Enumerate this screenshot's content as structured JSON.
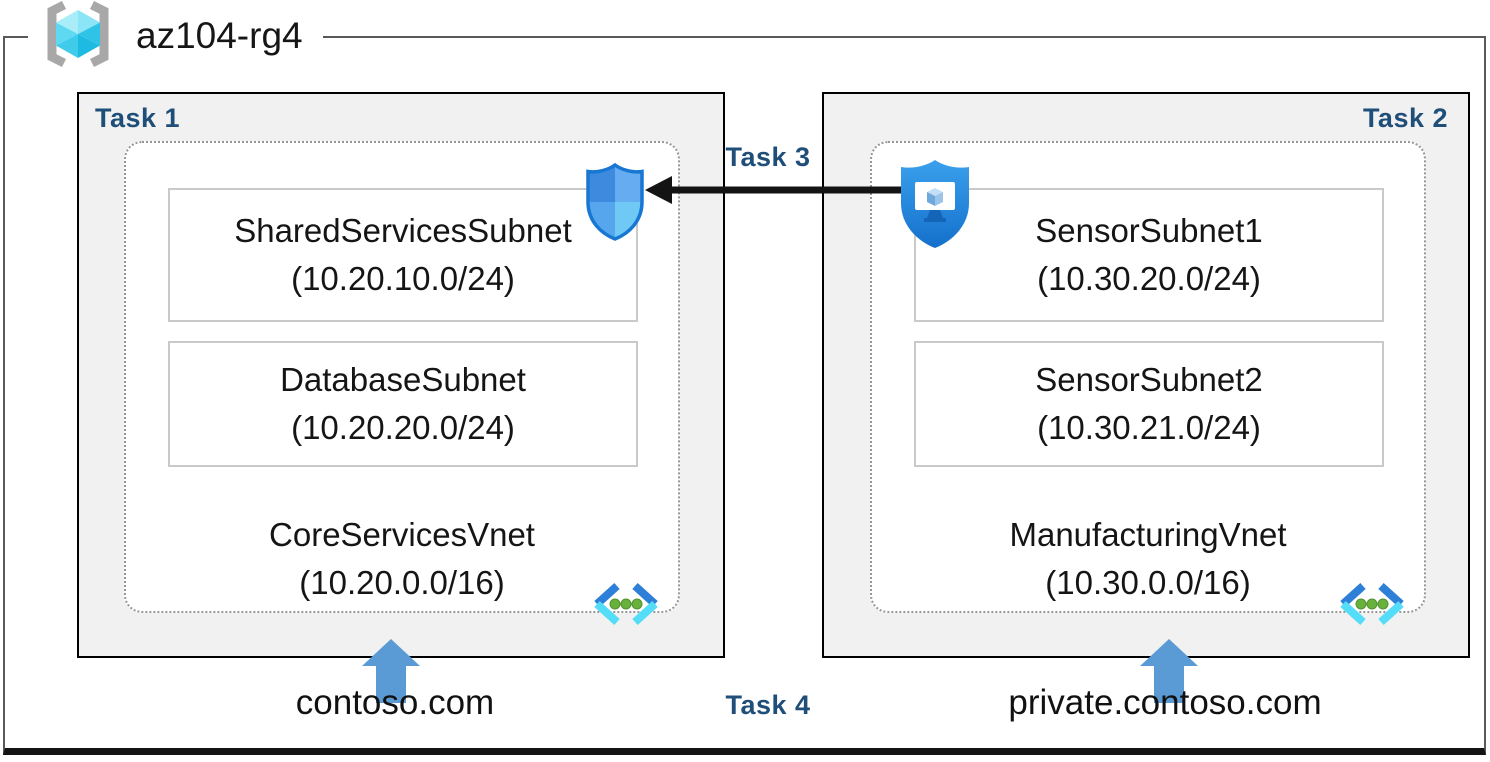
{
  "resource_group": {
    "name": "az104-rg4",
    "icon": "resource-group-icon"
  },
  "vnets": [
    {
      "task_label": "Task 1",
      "name": "CoreServicesVnet",
      "cidr": "(10.20.0.0/16)",
      "dns_domain": "contoso.com",
      "subnets": [
        {
          "name": "SharedServicesSubnet",
          "cidr": "(10.20.10.0/24)"
        },
        {
          "name": "DatabaseSubnet",
          "cidr": "(10.20.20.0/24)"
        }
      ],
      "icons": [
        "network-security-group-icon",
        "virtual-network-icon"
      ]
    },
    {
      "task_label": "Task 2",
      "name": "ManufacturingVnet",
      "cidr": "(10.30.0.0/16)",
      "dns_domain": "private.contoso.com",
      "subnets": [
        {
          "name": "SensorSubnet1",
          "cidr": "(10.30.20.0/24)"
        },
        {
          "name": "SensorSubnet2",
          "cidr": "(10.30.21.0/24)"
        }
      ],
      "icons": [
        "application-security-group-icon",
        "virtual-network-icon"
      ]
    }
  ],
  "annotations": {
    "task3_label": "Task 3",
    "task4_label": "Task 4"
  },
  "colors": {
    "task_label": "#1F4E79",
    "box_background": "#F1F1F1",
    "box_border": "#000000",
    "dotted_border": "#969696",
    "frame_border": "#595959",
    "blue_arrow": "#5B9BD5",
    "peering_arrow": "#141414",
    "nsg_blue": "#3E8ADF",
    "vnet_chevron_dark": "#2E7FD8",
    "vnet_chevron_light": "#54DDF8",
    "vnet_dot_green": "#68B23C",
    "cube_cyan": "#4FD0ED"
  }
}
